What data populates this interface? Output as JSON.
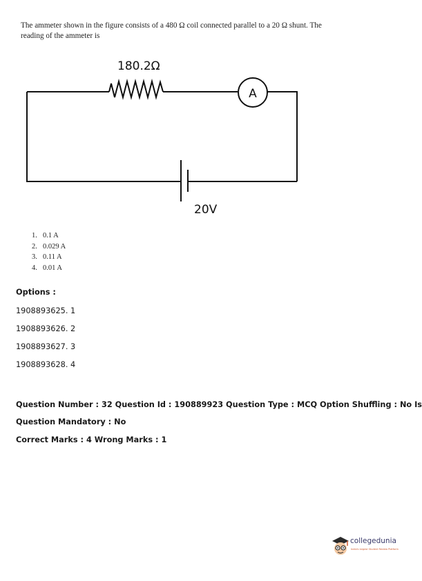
{
  "question": {
    "text": "The ammeter shown in the figure consists of a 480 Ω coil connected parallel to a 20 Ω shunt. The reading of the ammeter is"
  },
  "circuit": {
    "resistor_label": "180.2Ω",
    "ammeter_label": "A",
    "battery_label": "20V"
  },
  "choices": [
    {
      "num": "1.",
      "text": "0.1 A"
    },
    {
      "num": "2.",
      "text": "0.029 A"
    },
    {
      "num": "3.",
      "text": "0.11 A"
    },
    {
      "num": "4.",
      "text": "0.01 A"
    }
  ],
  "options": {
    "heading": "Options :",
    "items": [
      "1908893625. 1",
      "1908893626. 2",
      "1908893627. 3",
      "1908893628. 4"
    ]
  },
  "meta": {
    "line1": "Question Number : 32 Question Id : 190889923 Question Type : MCQ Option Shuffling : No Is",
    "line2": "Question Mandatory : No",
    "line3": "Correct Marks : 4 Wrong Marks : 1"
  },
  "logo": {
    "name": "collegedunia",
    "tagline": "India's largest Student Review Platform"
  }
}
